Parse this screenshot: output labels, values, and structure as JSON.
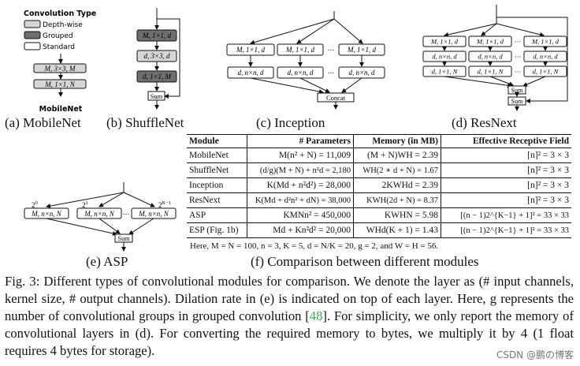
{
  "legend": {
    "title": "Convolution Type",
    "items": [
      {
        "label": "Depth-wise",
        "color": "#d6d6d6"
      },
      {
        "label": "Grouped",
        "color": "#6e6e6e"
      },
      {
        "label": "Standard",
        "color": "#ffffff"
      }
    ]
  },
  "mobilenet": {
    "layers": [
      "M, 3×3, M",
      "M, 1×1, N"
    ],
    "label": "MobileNet",
    "caption": "(a) MobileNet"
  },
  "shufflenet": {
    "layers": [
      "M, 1×1, d",
      "d, 3×3, d",
      "d, 1×1, M"
    ],
    "sum": "Sum",
    "caption": "(b) ShuffleNet"
  },
  "inception": {
    "top": [
      "M, 1×1, d",
      "M, 1×1, d",
      "M, 1×1, d"
    ],
    "bottom": [
      "d, n×n, d",
      "d, n×n, d",
      "d, n×n, d"
    ],
    "concat": "Concat",
    "caption": "(c) Inception"
  },
  "resnext": {
    "rows": [
      [
        "M, 1×1, d",
        "M, 1×1, d",
        "M, 1×1, d"
      ],
      [
        "d, n×n, d",
        "d, n×n, d",
        "d, n×n, d"
      ],
      [
        "d, 1×1, N",
        "d, 1×1, N",
        "d, 1×1, N"
      ]
    ],
    "sum1": "Sum",
    "sum2": "Sum",
    "caption": "(d) ResNext"
  },
  "asp": {
    "rates": [
      "2^0",
      "2^1",
      "2^{K−1}"
    ],
    "layers": [
      "M, n×n, N",
      "M, n×n, N",
      "M, n×n, N"
    ],
    "sum": "Sum",
    "caption": "(e) ASP"
  },
  "table": {
    "headers": [
      "Module",
      "# Parameters",
      "Memory (in MB)",
      "Effective Receptive Field"
    ],
    "rows": [
      {
        "module": "MobileNet",
        "params": "M(n² + N) = 11,009",
        "memory": "(M + N)WH = 2.39",
        "erf": "[n]² = 3 × 3"
      },
      {
        "module": "ShuffleNet",
        "params": "(d/g)(M + N) + n²d = 2,180",
        "memory": "WH(2 ∗ d + N) = 1.67",
        "erf": "[n]² = 3 × 3"
      },
      {
        "module": "Inception",
        "params": "K(Md + n²d²) = 28,000",
        "memory": "2KWHd = 2.39",
        "erf": "[n]² = 3 × 3"
      },
      {
        "module": "ResNext",
        "params": "K(Md + d²n² + dN) = 38,000",
        "memory": "KWH(2d + N) = 8.37",
        "erf": "[n]² = 3 × 3"
      },
      {
        "module": "ASP",
        "params": "KMNn² = 450,000",
        "memory": "KWHN = 5.98",
        "erf": "[(n − 1)2^{K−1} + 1]² = 33 × 33"
      },
      {
        "module": "ESP (Fig. 1b)",
        "params": "Md + Kn²d² = 20,000",
        "memory": "WHd(K + 1) = 1.43",
        "erf": "[(n − 1)2^{K−1} + 1]² = 33 × 33"
      }
    ],
    "note": "Here, M = N = 100, n = 3, K = 5, d = N/K = 20, g = 2, and W = H = 56.",
    "caption": "(f) Comparison between different modules"
  },
  "figure_caption": {
    "prefix": "Fig. 3: Different types of convolutional modules for comparison. We denote the layer as (# input channels, kernel size, # output channels). Dilation rate in (e) is indicated on top of each layer. Here, g represents the number of convolutional groups in grouped convolution [",
    "ref": "48",
    "suffix": "]. For simplicity, we only report the memory of convolutional layers in (d). For converting the required memory to bytes, we multiply it by 4 (1 float requires 4 bytes for storage)."
  },
  "watermark": "CSDN @鹏の博客"
}
